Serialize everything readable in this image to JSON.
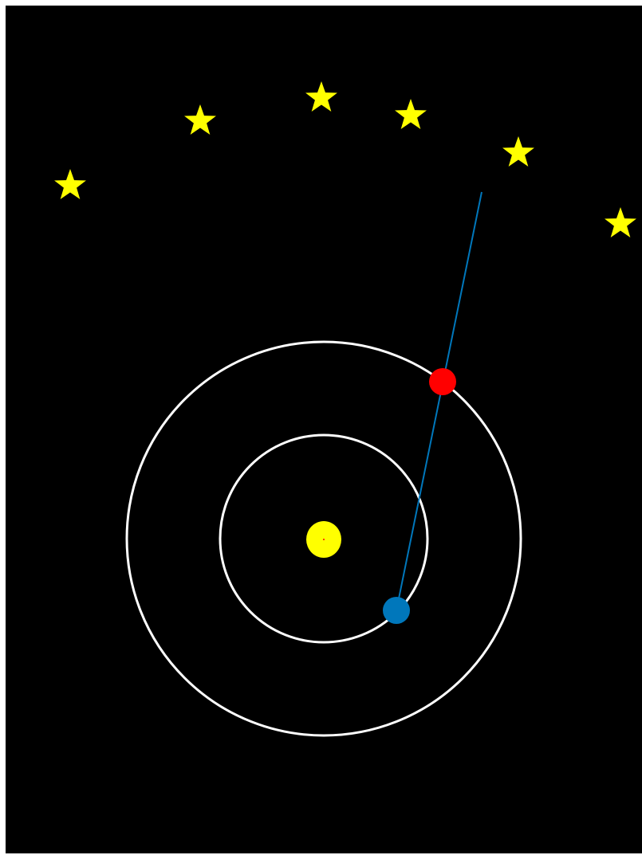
{
  "scene": {
    "background_color": "#000000",
    "orbit_color": "#ffffff",
    "sun": {
      "name": "sun",
      "color": "#ffff00",
      "center_mark_color": "#ff0000"
    },
    "inner_planet": {
      "name": "inner-planet",
      "color": "#0077bb"
    },
    "outer_planet": {
      "name": "outer-planet",
      "color": "#ff0000"
    },
    "sight_line": {
      "name": "line-of-sight",
      "color": "#0077bb"
    },
    "stars": {
      "count": 6,
      "color": "#ffff00",
      "icon": "star-icon"
    }
  }
}
